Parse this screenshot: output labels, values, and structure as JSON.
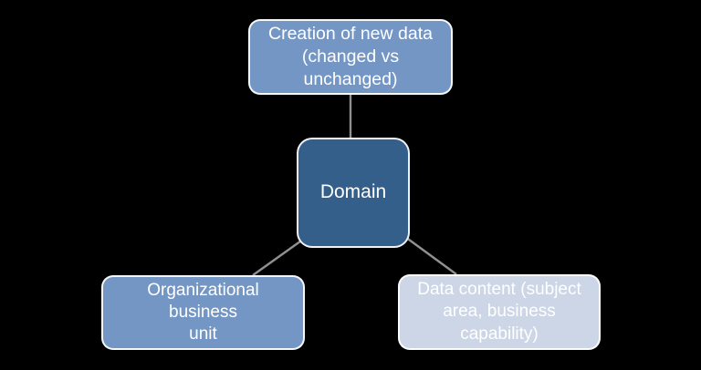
{
  "diagram": {
    "background_color": "#000000",
    "connector_color": "#909090",
    "nodes": {
      "creation": {
        "label": "Creation of new data\n(changed vs unchanged)",
        "fill_color": "#7496c4",
        "text_color": "#ffffff"
      },
      "domain": {
        "label": "Domain",
        "fill_color": "#355f8b",
        "text_color": "#ffffff"
      },
      "org_unit": {
        "label": "Organizational business\nunit",
        "fill_color": "#7496c4",
        "text_color": "#ffffff"
      },
      "data_content": {
        "label": "Data content (subject\narea, business\ncapability)",
        "fill_color": "#ccd6e6",
        "text_color": "#ffffff"
      }
    },
    "edges": [
      {
        "from": "domain",
        "to": "creation"
      },
      {
        "from": "domain",
        "to": "org_unit"
      },
      {
        "from": "domain",
        "to": "data_content"
      }
    ]
  }
}
